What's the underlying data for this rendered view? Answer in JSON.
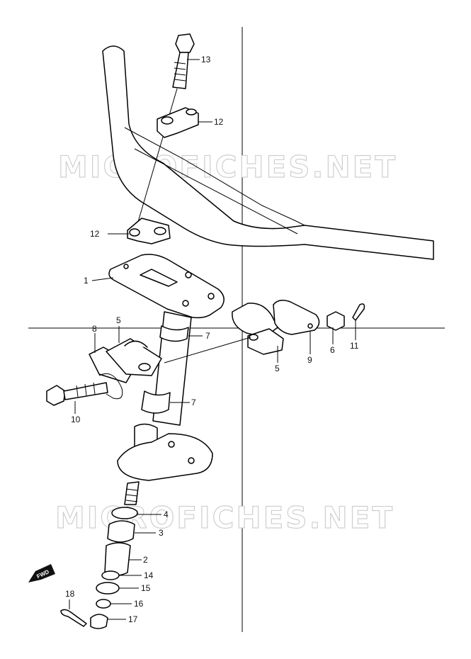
{
  "watermarks": [
    "MICROFICHES.NET",
    "MICROFICHES.NET"
  ],
  "fwd_label": "FWD",
  "labels": {
    "p1": "1",
    "p2": "2",
    "p3": "3",
    "p4": "4",
    "p5a": "5",
    "p5b": "5",
    "p6": "6",
    "p7a": "7",
    "p7b": "7",
    "p8": "8",
    "p9": "9",
    "p10": "10",
    "p11": "11",
    "p12a": "12",
    "p12b": "12",
    "p13": "13",
    "p14": "14",
    "p15": "15",
    "p16": "16",
    "p17": "17",
    "p18": "18"
  }
}
